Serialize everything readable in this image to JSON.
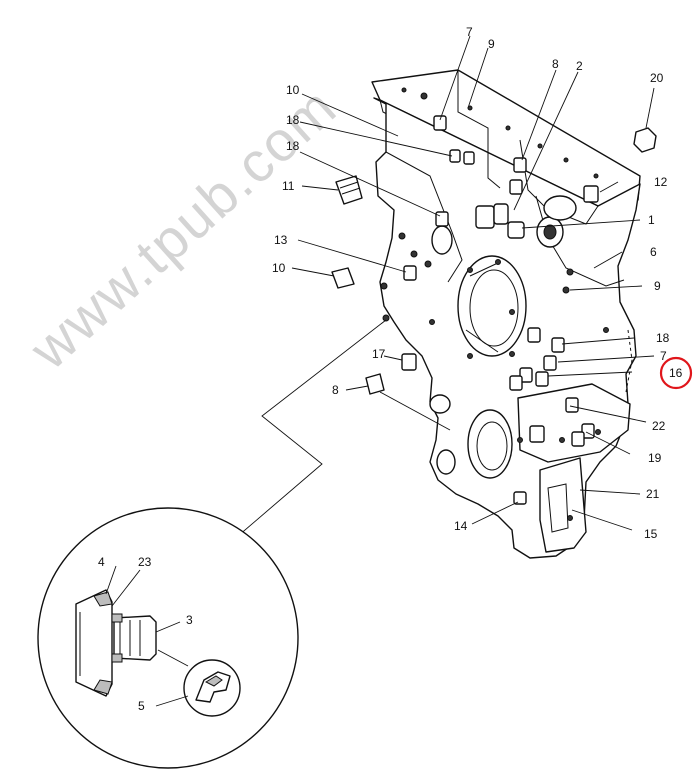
{
  "watermark": "www.tpub.com",
  "accent_color": "#e0161b",
  "highlighted_callout": "16",
  "callouts": {
    "c7a": "7",
    "c9a": "9",
    "c8a": "8",
    "c2": "2",
    "c20": "20",
    "c10a": "10",
    "c18a": "18",
    "c18b": "18",
    "c11": "11",
    "c12": "12",
    "c1": "1",
    "c13": "13",
    "c6": "6",
    "c10b": "10",
    "c9b": "9",
    "c18c": "18",
    "c17": "17",
    "c7b": "7",
    "c16": "16",
    "c8b": "8",
    "c22": "22",
    "c19": "19",
    "c21": "21",
    "c14": "14",
    "c15": "15",
    "c4": "4",
    "c23": "23",
    "c3": "3",
    "c5": "5"
  }
}
